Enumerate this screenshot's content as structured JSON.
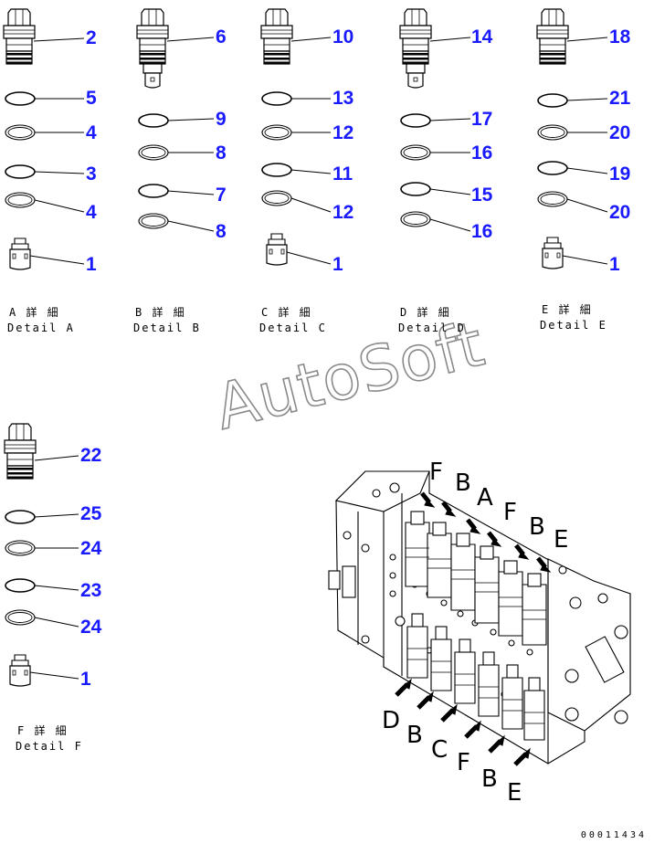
{
  "labels": {
    "a_2": "2",
    "a_5": "5",
    "a_4a": "4",
    "a_3": "3",
    "a_4b": "4",
    "a_1": "1",
    "b_6": "6",
    "b_9": "9",
    "b_8a": "8",
    "b_7": "7",
    "b_8b": "8",
    "c_10": "10",
    "c_13": "13",
    "c_12a": "12",
    "c_11": "11",
    "c_12b": "12",
    "c_1": "1",
    "d_14": "14",
    "d_17": "17",
    "d_16a": "16",
    "d_15": "15",
    "d_16b": "16",
    "e_18": "18",
    "e_21": "21",
    "e_20a": "20",
    "e_19": "19",
    "e_20b": "20",
    "e_1": "1",
    "f_22": "22",
    "f_25": "25",
    "f_24a": "24",
    "f_23": "23",
    "f_24b": "24",
    "f_1": "1"
  },
  "details": {
    "a_jp": "A 詳 細",
    "a_en": "Detail A",
    "b_jp": "B 詳 細",
    "b_en": "Detail B",
    "c_jp": "C 詳 細",
    "c_en": "Detail C",
    "d_jp": "D 詳 細",
    "d_en": "Detail D",
    "e_jp": "E 詳 細",
    "e_en": "Detail E",
    "f_jp": "F 詳 細",
    "f_en": "Detail F"
  },
  "callouts": {
    "top": [
      "F",
      "B",
      "A",
      "F",
      "B",
      "E"
    ],
    "bottom": [
      "D",
      "B",
      "C",
      "F",
      "B",
      "E"
    ]
  },
  "watermark": "AutoSoft",
  "page_id": "00011434",
  "colors": {
    "label": "#1a1aff",
    "line": "#000000"
  }
}
